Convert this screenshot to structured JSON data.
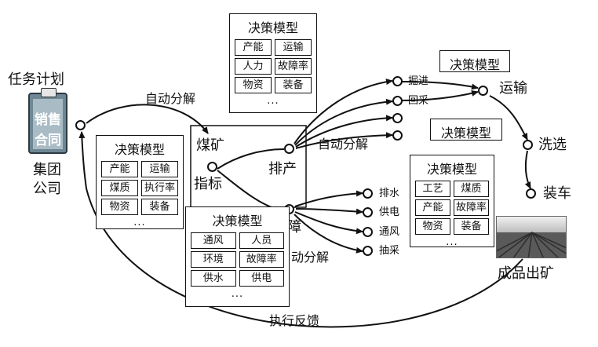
{
  "task_plan": "任务计划",
  "doc_line1": "销售",
  "doc_line2": "合同",
  "company_line1": "集团",
  "company_line2": "公司",
  "auto_decompose": "自动分解",
  "coal_line1": "煤矿",
  "coal_line2": "指标",
  "production": "排产",
  "guarantee": "保障",
  "production_targets": [
    "掘进",
    "回采"
  ],
  "guarantee_targets": [
    "排水",
    "供电",
    "通风",
    "抽采"
  ],
  "transport": "运输",
  "washing": "洗选",
  "loading": "装车",
  "finished_product": "成品出矿",
  "feedback": "执行反馈",
  "models": {
    "top": {
      "title": "决策模型",
      "cells": [
        "产能",
        "运输",
        "人力",
        "故障率",
        "物资",
        "装备"
      ],
      "more": "..."
    },
    "left": {
      "title": "决策模型",
      "cells": [
        "产能",
        "运输",
        "煤质",
        "执行率",
        "物资",
        "装备"
      ],
      "more": "..."
    },
    "bottom": {
      "title": "决策模型",
      "cells": [
        "通风",
        "人员",
        "环境",
        "故障率",
        "供水",
        "供电"
      ],
      "more": "..."
    },
    "right": {
      "title": "决策模型",
      "cells": [
        "工艺",
        "煤质",
        "产能",
        "故障率",
        "物资",
        "装备"
      ],
      "more": "..."
    },
    "transport_label": "决策模型",
    "washing_label": "决策模型"
  }
}
